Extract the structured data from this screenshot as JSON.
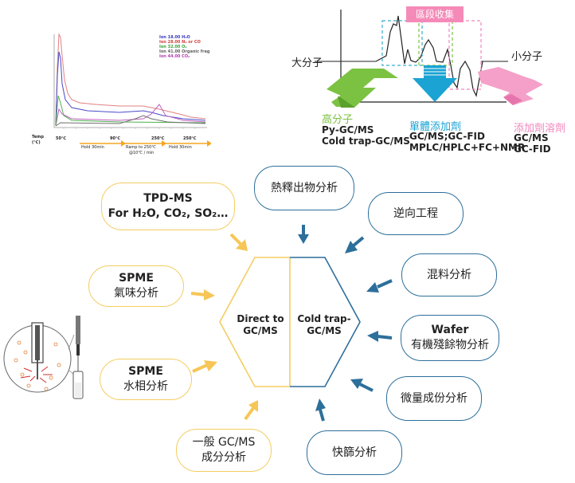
{
  "top_left_chart": {
    "legend": [
      "Ion 18.00 H₂O",
      "Ion 28.00 N₂ or CO",
      "Ion 32.00 O₂",
      "Ion 41.00 Organic frag",
      "Ion 44.00 CO₂"
    ],
    "legend_colors": [
      "#3a3ac0",
      "#d04040",
      "#40a040",
      "#606060",
      "#b040b0"
    ],
    "temp_label": "Temp",
    "temp_unit": "(℃)",
    "temps": [
      "50℃",
      "90℃",
      "250℃",
      "250℃"
    ],
    "segments": [
      "Hold 30min",
      "Ramp to 250℃",
      "Hold 30min"
    ],
    "rate": "@10℃ / min"
  },
  "top_right": {
    "region_title": "區段收集",
    "big_molecule": "大分子",
    "small_molecule": "小分子",
    "group_high": {
      "title": "高分子",
      "line1": "Py-GC/MS",
      "line2": "Cold trap-GC/MS",
      "color": "#7cc242"
    },
    "group_mono": {
      "title": "單體添加劑",
      "line1": "GC/MS;GC-FID",
      "line2": "MPLC/HPLC+FC+NMR",
      "color": "#1aa3d3"
    },
    "group_solvent": {
      "title": "添加劑溶劑",
      "line1": "GC/MS",
      "line2": "GC-FID",
      "color": "#f087be"
    }
  },
  "hexagon": {
    "left_line1": "Direct to",
    "left_line2": "GC/MS",
    "right_line1": "Cold trap-",
    "right_line2": "GC/MS"
  },
  "left_boxes": {
    "tpd": {
      "line1": "TPD-MS",
      "line2": "For H₂O, CO₂, SO₂…"
    },
    "spme_gas": {
      "line1": "SPME",
      "line2": "氣味分析"
    },
    "spme_liquid": {
      "line1": "SPME",
      "line2": "水相分析"
    },
    "general": {
      "line1": "一般 GC/MS",
      "line2": "成分分析"
    }
  },
  "right_boxes": {
    "thermal": "熱釋出物分析",
    "reverse": "逆向工程",
    "mixing": "混料分析",
    "wafer_line1": "Wafer",
    "wafer_line2": "有機殘餘物分析",
    "trace": "微量成份分析",
    "screening": "快篩分析"
  }
}
